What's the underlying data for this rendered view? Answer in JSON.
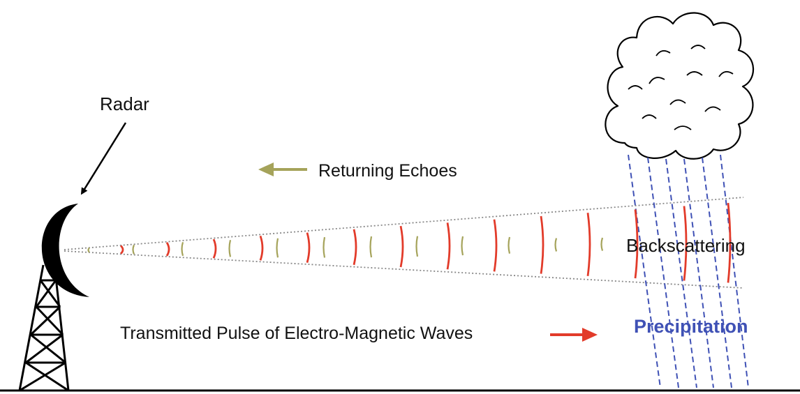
{
  "labels": {
    "radar": "Radar",
    "returning_echoes": "Returning Echoes",
    "transmitted_pulse": "Transmitted Pulse of Electro-Magnetic Waves",
    "backscattering": "Backscattering",
    "precipitation": "Precipitation"
  },
  "colors": {
    "transmitted_wave": "#e23b2a",
    "returning_echo": "#a5a35a",
    "precipitation": "#3f51b5",
    "structure": "#000000"
  }
}
